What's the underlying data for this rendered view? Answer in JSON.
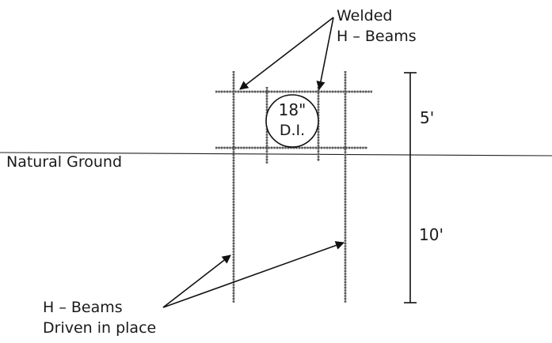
{
  "labels": {
    "welded_line1": "Welded",
    "welded_line2": "H – Beams",
    "natural_ground": "Natural Ground",
    "pipe_size": "18\"",
    "pipe_type": "D.I.",
    "dim_upper": "5'",
    "dim_lower": "10'",
    "driven_line1": "H – Beams",
    "driven_line2": "Driven in place"
  },
  "colors": {
    "ink": "#111111",
    "beam": "#7a7a7a",
    "background": "#ffffff"
  }
}
